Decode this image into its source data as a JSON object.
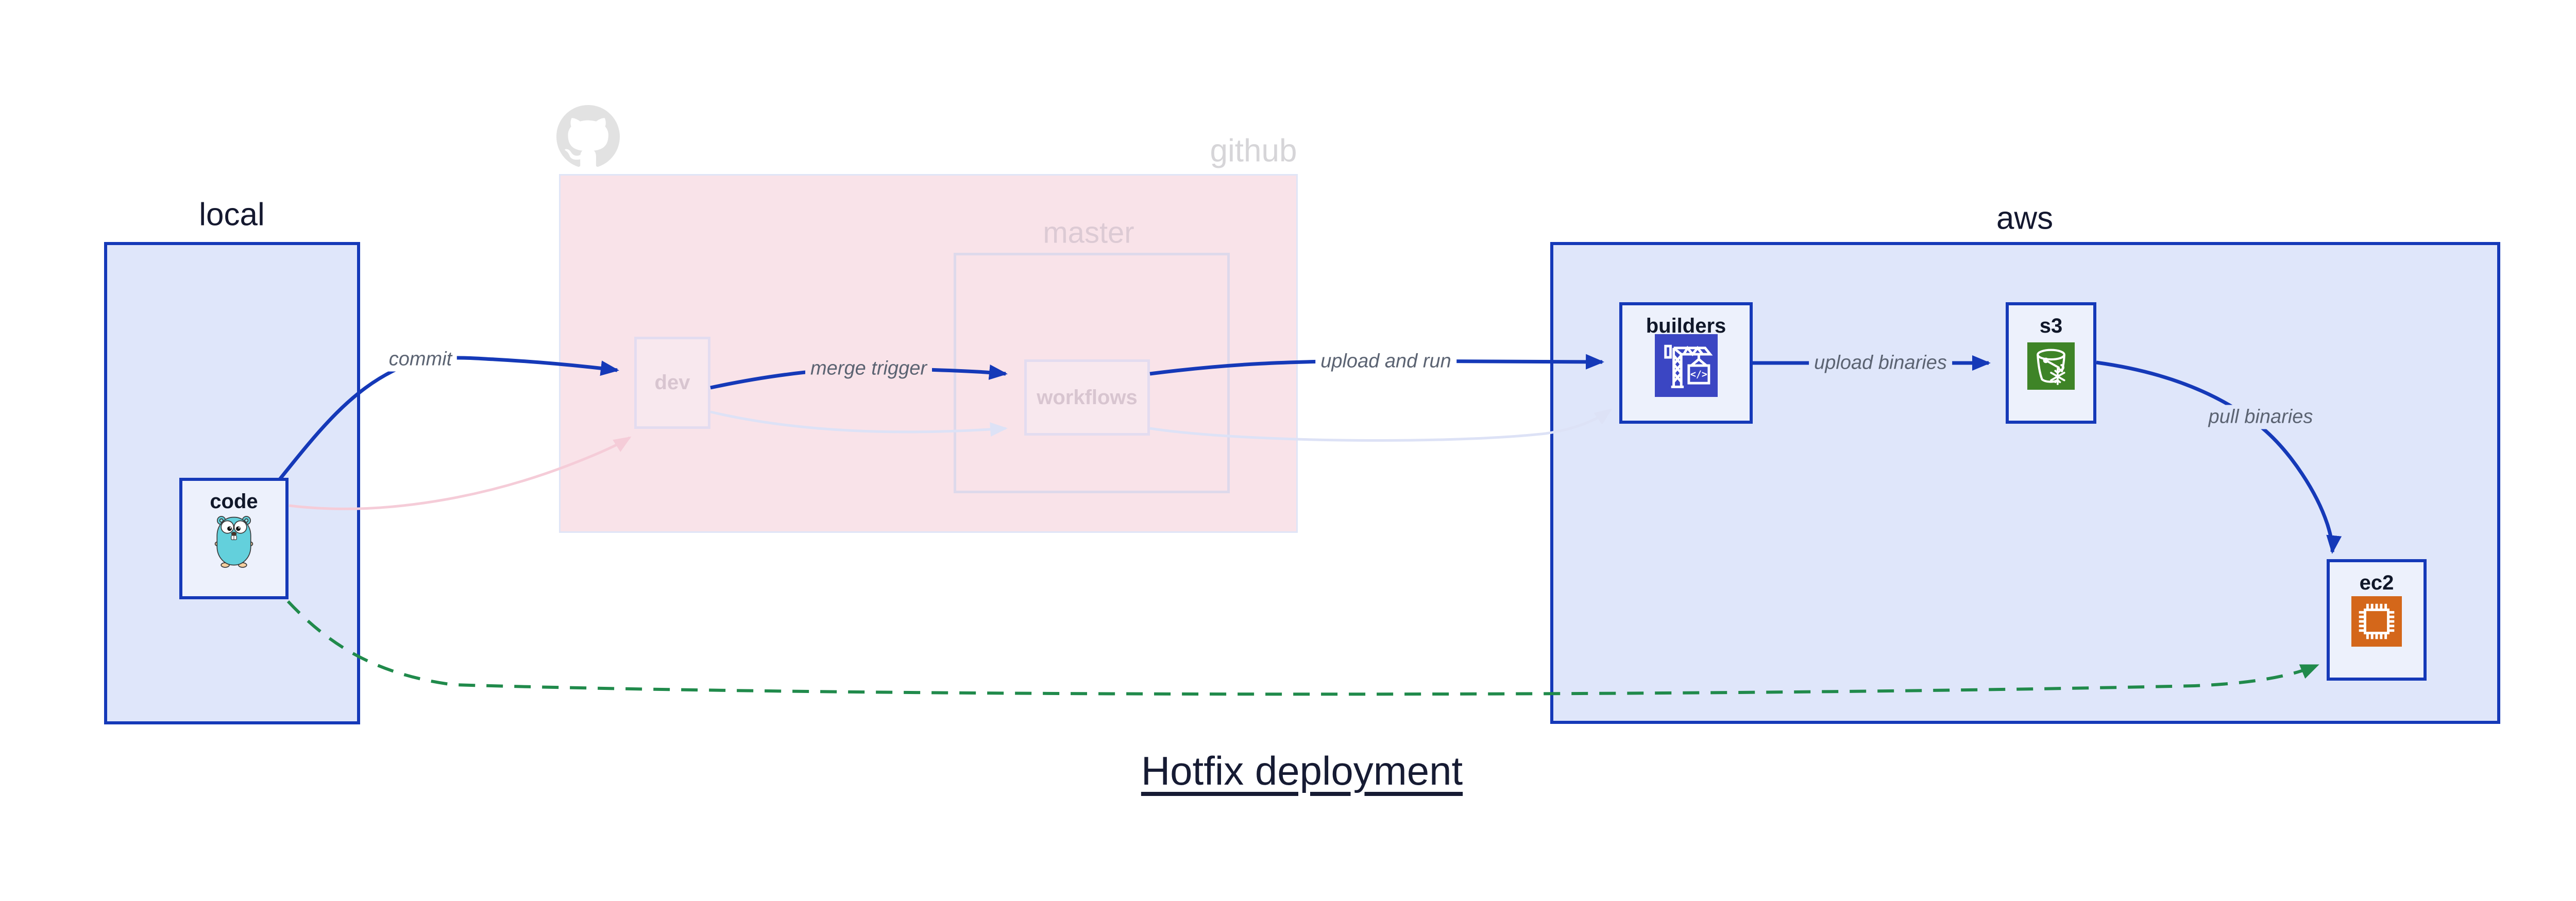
{
  "title": "Hotfix deployment",
  "regions": {
    "local": {
      "label": "local"
    },
    "github": {
      "label": "github",
      "master": {
        "label": "master"
      }
    },
    "aws": {
      "label": "aws"
    }
  },
  "nodes": {
    "code": {
      "label": "code",
      "icon": "go-gopher-icon"
    },
    "dev": {
      "label": "dev"
    },
    "workflows": {
      "label": "workflows"
    },
    "builders": {
      "label": "builders",
      "icon": "build-crane-icon"
    },
    "s3": {
      "label": "s3",
      "icon": "s3-bucket-icon"
    },
    "ec2": {
      "label": "ec2",
      "icon": "cpu-chip-icon"
    }
  },
  "edges": {
    "commit": {
      "label": "commit"
    },
    "merge_trigger": {
      "label": "merge trigger"
    },
    "upload_and_run": {
      "label": "upload and run"
    },
    "upload_binaries": {
      "label": "upload binaries"
    },
    "pull_binaries": {
      "label": "pull binaries"
    }
  },
  "colors": {
    "accent_blue": "#1539b8",
    "hotfix_green": "#208a4b",
    "faded_pink_arrow": "#f5ccd8",
    "faded_lavender_arrow": "#dde2f6",
    "local_aws_fill": "#dfe6fa",
    "github_fill": "#f9e3e9",
    "node_fill": "#edf1fc",
    "builders_icon_bg": "#3b46c3",
    "s3_icon_bg": "#3e8427",
    "ec2_icon_bg": "#d4671a",
    "gopher_teal": "#63d0dc",
    "octocat_gray": "#e2e2e2"
  }
}
